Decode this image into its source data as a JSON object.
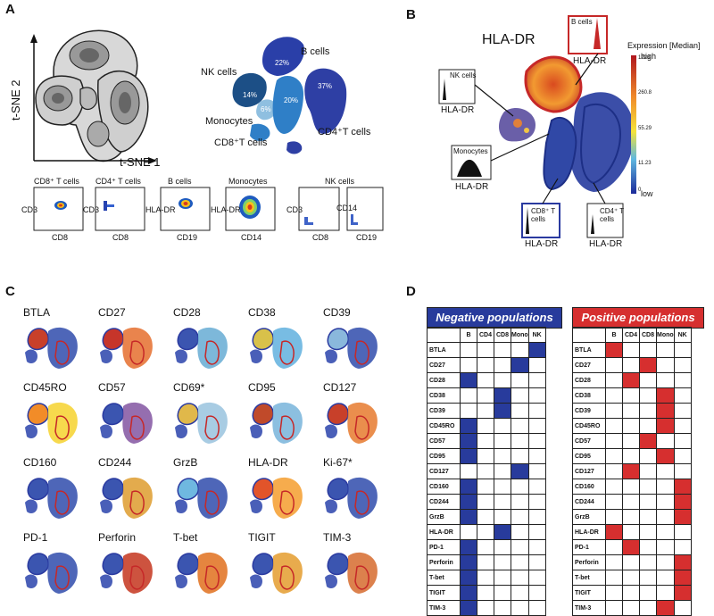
{
  "panels": {
    "a": "A",
    "b": "B",
    "c": "C",
    "d": "D"
  },
  "panelA": {
    "axis_y": "t-SNE 2",
    "axis_x": "t-SNE 1",
    "populations": [
      {
        "label": "B cells",
        "pct": "22%",
        "color": "#2a3fa8"
      },
      {
        "label": "NK cells",
        "pct": "14%",
        "color": "#1c4f86"
      },
      {
        "label": "Monocytes",
        "pct": "6%",
        "color": "#8fbfe0"
      },
      {
        "label": "CD8⁺T cells",
        "pct": "20%",
        "color": "#2f7fc7"
      },
      {
        "label": "CD4⁺T cells",
        "pct": "37%",
        "color": "#2e3fa4"
      }
    ],
    "dotplots": [
      {
        "title": "CD8⁺ T cells",
        "y": "CD3",
        "x": "CD8"
      },
      {
        "title": "CD4⁺ T cells",
        "y": "CD3",
        "x": "CD8"
      },
      {
        "title": "B cells",
        "y": "HLA-DR",
        "x": "CD19"
      },
      {
        "title": "Monocytes",
        "y": "HLA-DR",
        "x": "CD14"
      },
      {
        "title": "NK cells",
        "y": "CD3",
        "x": "CD8"
      },
      {
        "title": "",
        "y": "CD14",
        "x": "CD19"
      }
    ]
  },
  "panelB": {
    "title": "HLA-DR",
    "legend_title": "Expression [Median]",
    "legend_high": "high",
    "legend_low": "low",
    "legend_ticks": [
      "1228",
      "260.8",
      "55.29",
      "11.23",
      "0"
    ],
    "insets": [
      {
        "label": "B cells",
        "x": "HLA-DR"
      },
      {
        "label": "NK cells",
        "x": "HLA-DR"
      },
      {
        "label": "Monocytes",
        "x": "HLA-DR"
      },
      {
        "label": "CD8⁺ T cells",
        "x": "HLA-DR"
      },
      {
        "label": "CD4⁺ T cells",
        "x": "HLA-DR"
      }
    ]
  },
  "panelC": {
    "markers": [
      "BTLA",
      "CD27",
      "CD28",
      "CD38",
      "CD39",
      "CD45RO",
      "CD57",
      "CD69*",
      "CD95",
      "CD127",
      "CD160",
      "CD244",
      "GrzB",
      "HLA-DR",
      "Ki-67*",
      "PD-1",
      "Perforin",
      "T-bet",
      "TIGIT",
      "TIM-3"
    ]
  },
  "panelD": {
    "neg_title": "Negative populations",
    "pos_title": "Positive populations",
    "columns": [
      "B",
      "CD4",
      "CD8",
      "Mono",
      "NK"
    ],
    "neg_color": "#283b9c",
    "pos_color": "#d62f2f",
    "rows": [
      {
        "marker": "BTLA",
        "neg": [
          0,
          0,
          0,
          0,
          1
        ],
        "pos": [
          1,
          0,
          0,
          0,
          0
        ]
      },
      {
        "marker": "CD27",
        "neg": [
          0,
          0,
          0,
          1,
          0
        ],
        "pos": [
          0,
          0,
          1,
          0,
          0
        ]
      },
      {
        "marker": "CD28",
        "neg": [
          1,
          0,
          0,
          0,
          0
        ],
        "pos": [
          0,
          1,
          0,
          0,
          0
        ]
      },
      {
        "marker": "CD38",
        "neg": [
          0,
          0,
          1,
          0,
          0
        ],
        "pos": [
          0,
          0,
          0,
          1,
          0
        ]
      },
      {
        "marker": "CD39",
        "neg": [
          0,
          0,
          1,
          0,
          0
        ],
        "pos": [
          0,
          0,
          0,
          1,
          0
        ]
      },
      {
        "marker": "CD45RO",
        "neg": [
          1,
          0,
          0,
          0,
          0
        ],
        "pos": [
          0,
          0,
          0,
          1,
          0
        ]
      },
      {
        "marker": "CD57",
        "neg": [
          1,
          0,
          0,
          0,
          0
        ],
        "pos": [
          0,
          0,
          1,
          0,
          0
        ]
      },
      {
        "marker": "CD95",
        "neg": [
          1,
          0,
          0,
          0,
          0
        ],
        "pos": [
          0,
          0,
          0,
          1,
          0
        ]
      },
      {
        "marker": "CD127",
        "neg": [
          0,
          0,
          0,
          1,
          0
        ],
        "pos": [
          0,
          1,
          0,
          0,
          0
        ]
      },
      {
        "marker": "CD160",
        "neg": [
          1,
          0,
          0,
          0,
          0
        ],
        "pos": [
          0,
          0,
          0,
          0,
          1
        ]
      },
      {
        "marker": "CD244",
        "neg": [
          1,
          0,
          0,
          0,
          0
        ],
        "pos": [
          0,
          0,
          0,
          0,
          1
        ]
      },
      {
        "marker": "GrzB",
        "neg": [
          1,
          0,
          0,
          0,
          0
        ],
        "pos": [
          0,
          0,
          0,
          0,
          1
        ]
      },
      {
        "marker": "HLA-DR",
        "neg": [
          0,
          0,
          1,
          0,
          0
        ],
        "pos": [
          1,
          0,
          0,
          0,
          0
        ]
      },
      {
        "marker": "PD-1",
        "neg": [
          1,
          0,
          0,
          0,
          0
        ],
        "pos": [
          0,
          1,
          0,
          0,
          0
        ]
      },
      {
        "marker": "Perforin",
        "neg": [
          1,
          0,
          0,
          0,
          0
        ],
        "pos": [
          0,
          0,
          0,
          0,
          1
        ]
      },
      {
        "marker": "T-bet",
        "neg": [
          1,
          0,
          0,
          0,
          0
        ],
        "pos": [
          0,
          0,
          0,
          0,
          1
        ]
      },
      {
        "marker": "TIGIT",
        "neg": [
          1,
          0,
          0,
          0,
          0
        ],
        "pos": [
          0,
          0,
          0,
          0,
          1
        ]
      },
      {
        "marker": "TIM-3",
        "neg": [
          1,
          0,
          0,
          0,
          0
        ],
        "pos": [
          0,
          0,
          0,
          1,
          0
        ]
      }
    ]
  }
}
